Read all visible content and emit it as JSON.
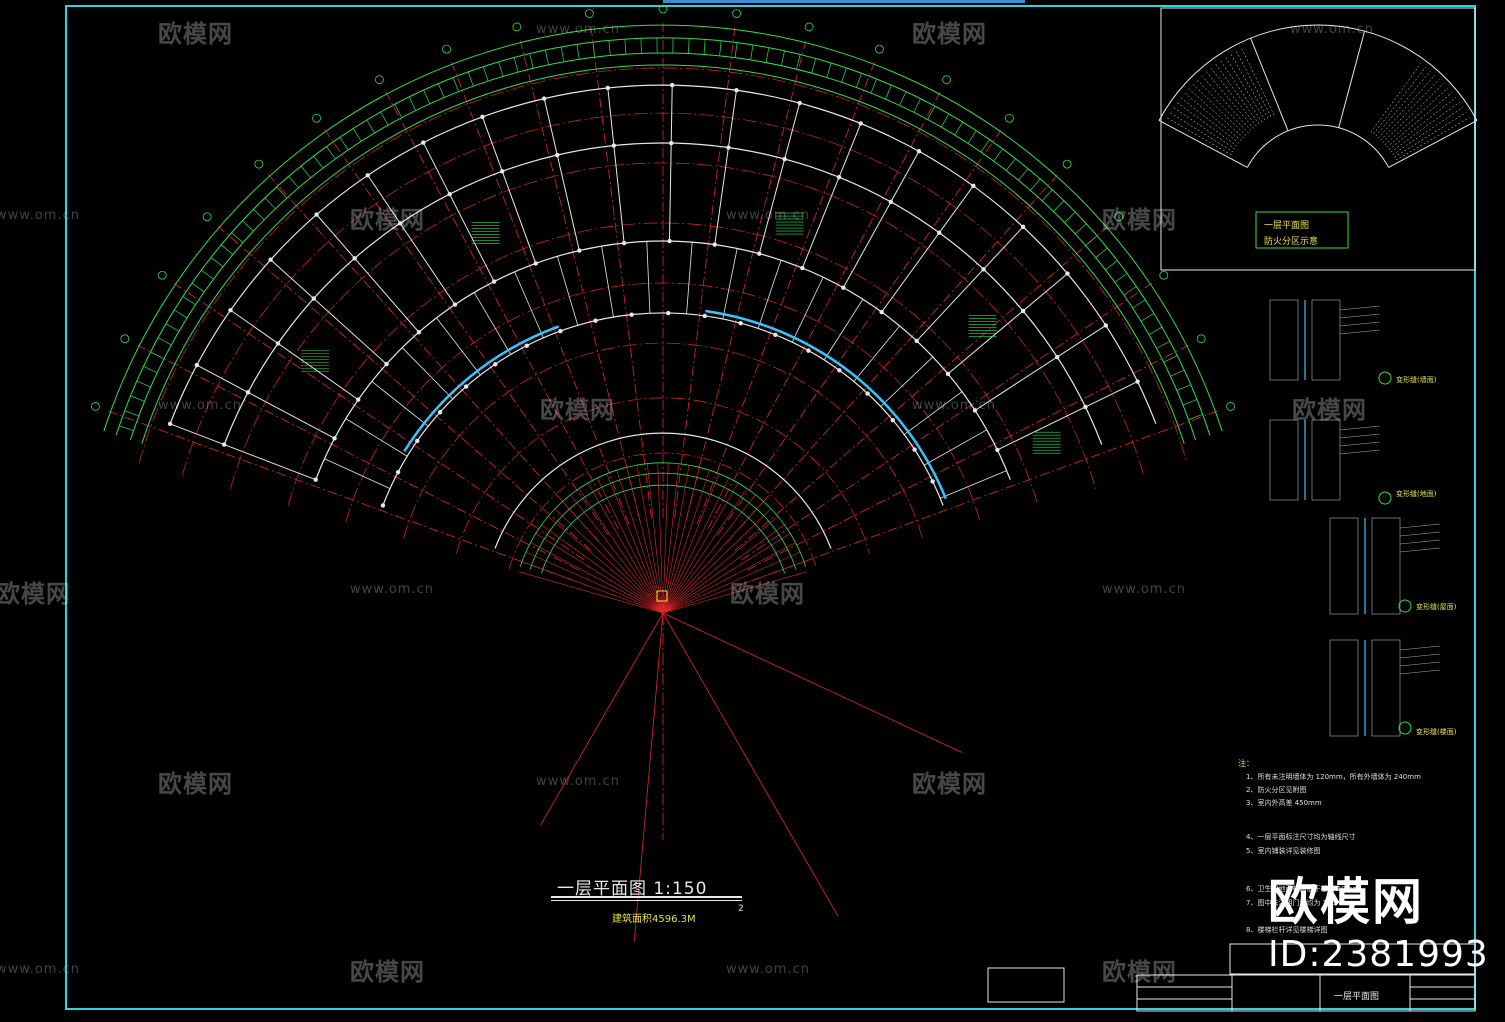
{
  "plan": {
    "title": "一层平面图 1:150",
    "area": "建筑面积4596.3M",
    "sheet_no": "2"
  },
  "inset": {
    "title": "一层平面图",
    "subtitle": "防火分区示意"
  },
  "details": [
    {
      "caption": "变形缝(墙面)"
    },
    {
      "caption": "变形缝(地面)"
    },
    {
      "caption": "变形缝(屋面)"
    },
    {
      "caption": "变形缝(楼面)"
    }
  ],
  "notes": {
    "head": "注：",
    "lines": [
      "1、所有未注明墙体为 120mm，所有外墙体为 240mm",
      "2、防火分区见附图",
      "3、室内外高差 450mm",
      "4、一层平面标注尺寸均为轴线尺寸",
      "5、室内铺装详见装修图",
      "6、卫生间地面标高低于楼面 20mm",
      "7、图中未注明门垛均为 120mm",
      "8、楼梯栏杆详见楼梯详图"
    ]
  },
  "titleblock": {
    "drawing_name": "一层平面图"
  },
  "watermark": {
    "brand": "欧模网",
    "url": "www.om.cn",
    "id": "ID:2381993"
  },
  "colors": {
    "outer_ring": "#2fe04a",
    "grid_red": "#e3262a",
    "wall_white": "#e8e8e8",
    "blue_curtain": "#35c6ff",
    "frame": "#2ad4e0",
    "text_yellow": "#e6e24a"
  }
}
